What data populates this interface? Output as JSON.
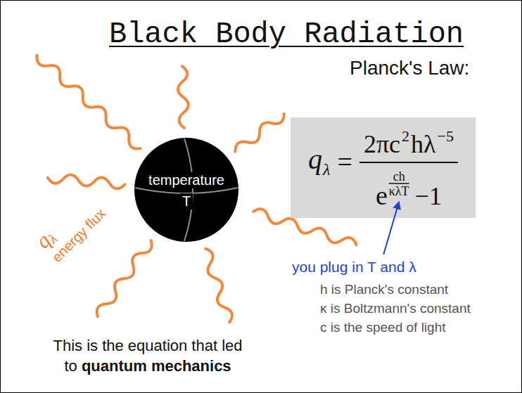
{
  "diagram": {
    "title": "Black Body Radiation",
    "nodes": [
      {
        "text": [
          "temperature",
          "T"
        ]
      },
      {
        "text": [
          "Planck's Law:",
          "q",
          "λ",
          "=",
          "2πc",
          "2",
          "hλ",
          "−5",
          "e",
          "ch",
          "κλT",
          "−1"
        ]
      }
    ],
    "labels": [
      "q",
      "λ",
      "energy flux",
      "you plug in T and λ",
      "h is Planck's constant",
      "κ is Boltzmann's constant",
      "c is the speed of light",
      "This is the equation that led to",
      "quantum mechanics"
    ]
  }
}
